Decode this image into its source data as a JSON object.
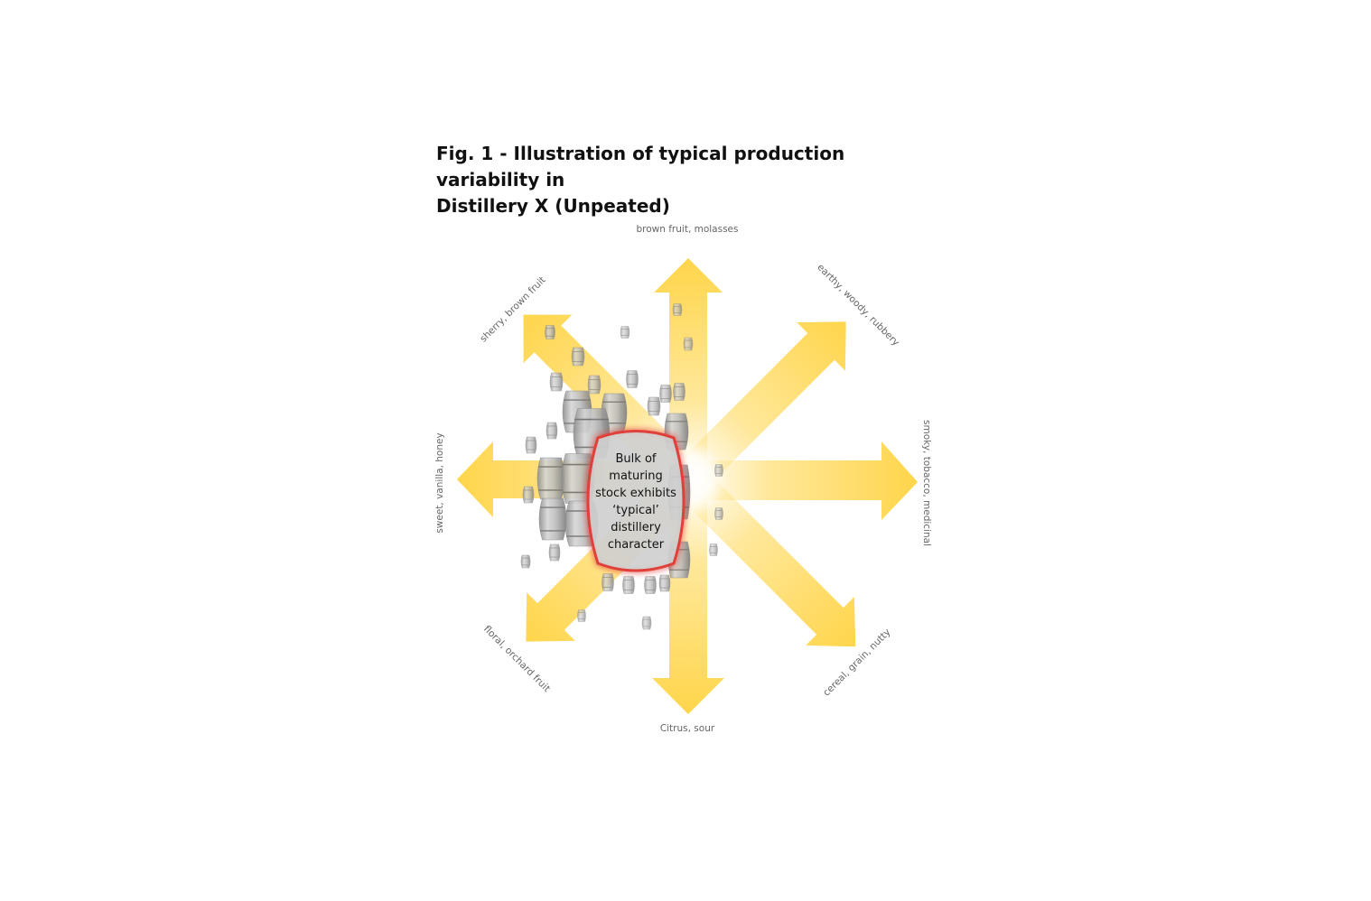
{
  "figure": {
    "title_line1": "Fig. 1 - Illustration of typical production variability in",
    "title_line2": "Distillery X (Unpeated)"
  },
  "directions": {
    "north": "brown fruit, molasses",
    "northeast": "earthy, woody, rubbery",
    "east": "smoky, tobacco, medicinal",
    "southeast": "cereal, grain, nutty",
    "south": "Citrus, sour",
    "southwest": "floral, orchard fruit",
    "west": "sweet, vanilla, honey",
    "northwest": "sherry, brown fruit"
  },
  "center": {
    "lines": [
      "Bulk of",
      "maturing",
      "stock exhibits",
      "‘typical’",
      "distillery",
      "character"
    ]
  },
  "colors": {
    "arrow": "#ffd54a",
    "highlight": "#e0403a",
    "barrel": "#b5b5b5",
    "label": "#666666"
  }
}
